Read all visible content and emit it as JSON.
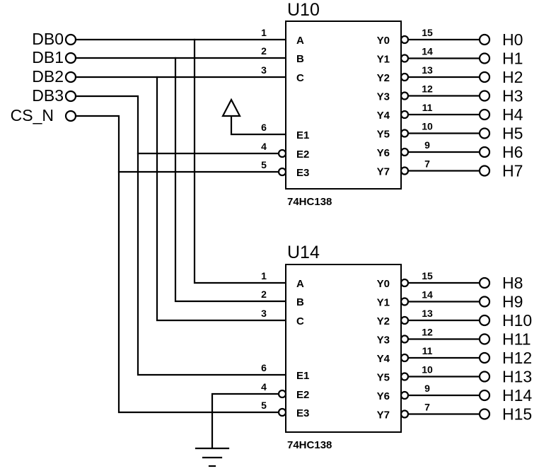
{
  "schematic": {
    "inputs": [
      "DB0",
      "DB1",
      "DB2",
      "DB3",
      "CS_N"
    ],
    "chips": [
      {
        "ref": "U10",
        "part": "74HC138",
        "left_pins": [
          {
            "num": "1",
            "name": "A"
          },
          {
            "num": "2",
            "name": "B"
          },
          {
            "num": "3",
            "name": "C"
          },
          {
            "num": "6",
            "name": "E1"
          },
          {
            "num": "4",
            "name": "E2"
          },
          {
            "num": "5",
            "name": "E3"
          }
        ],
        "right_pins": [
          {
            "num": "15",
            "name": "Y0",
            "net": "H0"
          },
          {
            "num": "14",
            "name": "Y1",
            "net": "H1"
          },
          {
            "num": "13",
            "name": "Y2",
            "net": "H2"
          },
          {
            "num": "12",
            "name": "Y3",
            "net": "H3"
          },
          {
            "num": "11",
            "name": "Y4",
            "net": "H4"
          },
          {
            "num": "10",
            "name": "Y5",
            "net": "H5"
          },
          {
            "num": "9",
            "name": "Y6",
            "net": "H6"
          },
          {
            "num": "7",
            "name": "Y7",
            "net": "H7"
          }
        ]
      },
      {
        "ref": "U14",
        "part": "74HC138",
        "left_pins": [
          {
            "num": "1",
            "name": "A"
          },
          {
            "num": "2",
            "name": "B"
          },
          {
            "num": "3",
            "name": "C"
          },
          {
            "num": "6",
            "name": "E1"
          },
          {
            "num": "4",
            "name": "E2"
          },
          {
            "num": "5",
            "name": "E3"
          }
        ],
        "right_pins": [
          {
            "num": "15",
            "name": "Y0",
            "net": "H8"
          },
          {
            "num": "14",
            "name": "Y1",
            "net": "H9"
          },
          {
            "num": "13",
            "name": "Y2",
            "net": "H10"
          },
          {
            "num": "12",
            "name": "Y3",
            "net": "H11"
          },
          {
            "num": "11",
            "name": "Y4",
            "net": "H12"
          },
          {
            "num": "10",
            "name": "Y5",
            "net": "H13"
          },
          {
            "num": "9",
            "name": "Y6",
            "net": "H14"
          },
          {
            "num": "7",
            "name": "Y7",
            "net": "H15"
          }
        ]
      }
    ]
  }
}
